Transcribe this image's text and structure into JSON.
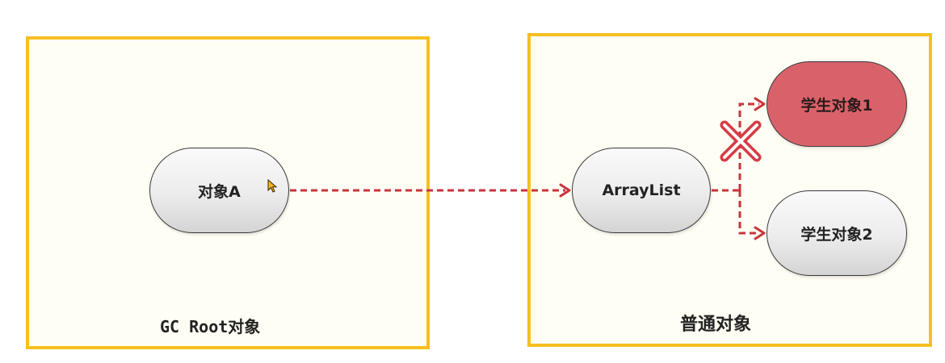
{
  "panels": {
    "gc_root_label": "GC Root对象",
    "normal_label": "普通对象"
  },
  "nodes": {
    "object_a": "对象A",
    "arraylist": "ArrayList",
    "student1": "学生对象1",
    "student2": "学生对象2"
  },
  "colors": {
    "panel_border": "#f7bf1f",
    "panel_fill": "#fffef4",
    "arrow": "#c8343c",
    "removed_node": "#d9626a",
    "cross_mark": "#d83a44"
  }
}
